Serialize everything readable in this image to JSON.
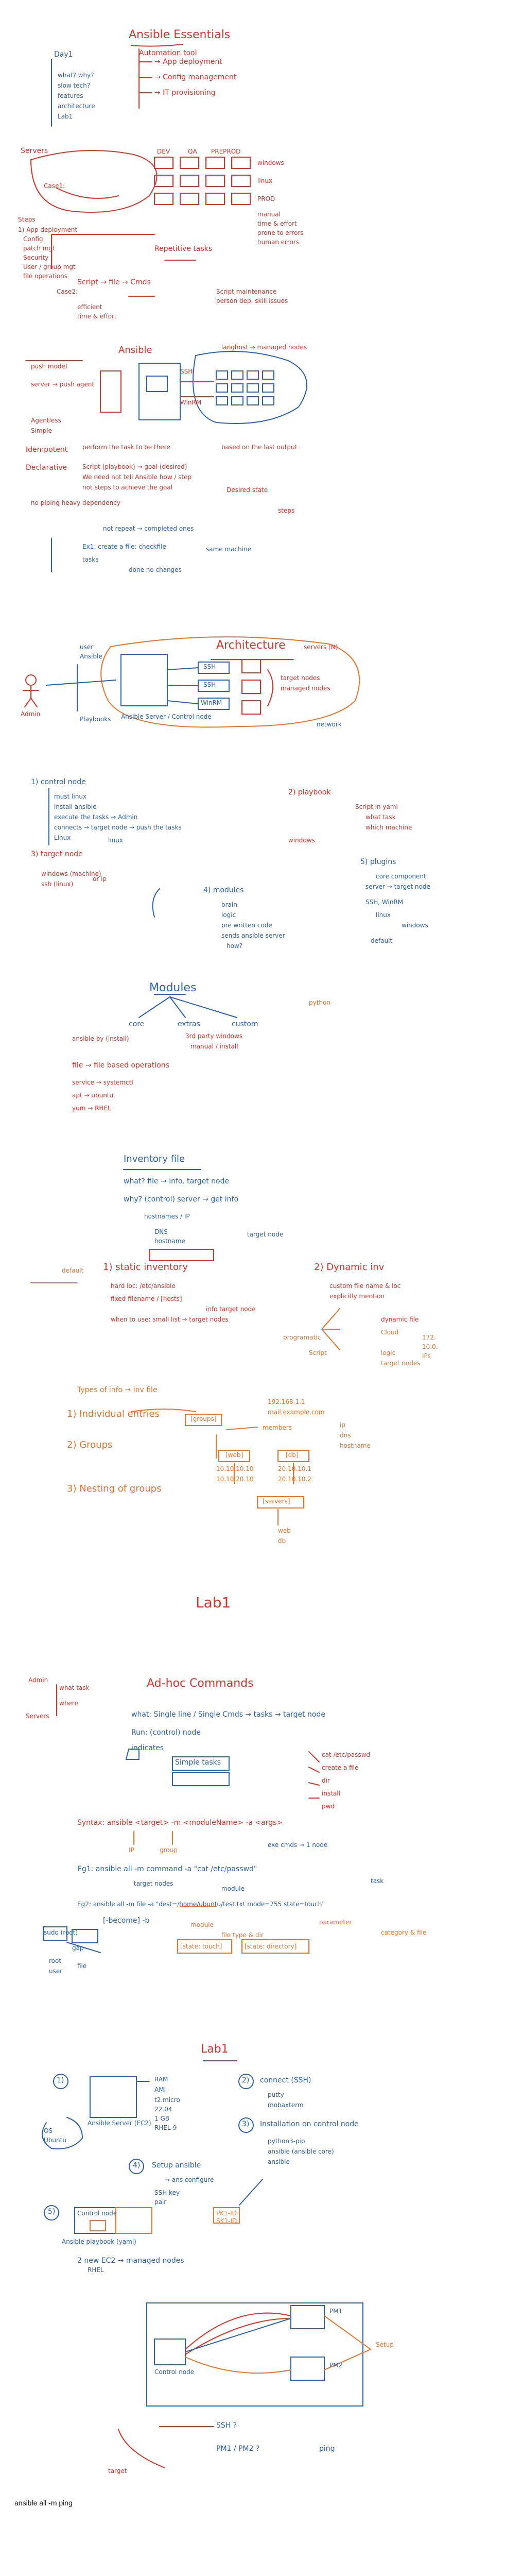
{
  "colors": {
    "red": "#d8342b",
    "blue": "#2a62b0",
    "orange": "#e8742a",
    "black": "#111111"
  },
  "section1": {
    "title": "Ansible Essentials",
    "subtitle": "Automation tool",
    "uses": [
      "→ App deployment",
      "→ Config management",
      "→ IT provisioning"
    ],
    "days_label": "Day1",
    "days_items": [
      "what? why?",
      "slow tech?",
      "features",
      "architecture",
      "Lab1"
    ],
    "servers_label": "Servers",
    "case1": "Case1:",
    "server_labels": [
      "DEV",
      "QA",
      "PROD",
      "PREPROD",
      "windows",
      "linux"
    ],
    "problems": [
      "manual",
      "time & effort",
      "prone to errors",
      "human errors"
    ],
    "steps_label": "Steps",
    "steps": [
      "1) App deployment",
      "Config",
      "patch mgt",
      "Security",
      "User / group mgt",
      "file operations"
    ],
    "repetitive_tasks": "Repetitive tasks",
    "case2": "Case2:",
    "script_line": "Script → file → Cmds",
    "script_notes": [
      "Script maintenance",
      "person dep. skill issues"
    ],
    "script_extra": [
      "efficient",
      "time & effort"
    ]
  },
  "section2": {
    "ansible_label": "Ansible",
    "push_model": "push model",
    "server_push": "server → push agent",
    "agent_labels": [
      "SSH",
      "WinRM"
    ],
    "lang_label": "langhost → managed nodes",
    "yaml_notes": [
      "Agentless",
      "Simple"
    ],
    "idempotent": "Idempotent",
    "idempotent_desc": [
      "perform the task to be there",
      "based on the last output"
    ],
    "declarative": "Declarative",
    "declarative_desc": [
      "Script (playbook) → goal (desired)",
      "We need not tell Ansible how / step",
      "not steps to achieve the goal"
    ],
    "dependency": "no piping heavy dependency",
    "desired_state": "Desired state",
    "not_repeat": "not repeat → completed ones",
    "example_label": "Ex1: create a file: checkfile",
    "tasks_label": "tasks",
    "same_machine": "same machine",
    "no_changes": "done no changes",
    "steps_tag": "steps"
  },
  "section3": {
    "title": "Architecture",
    "user_notes": [
      "user",
      "Ansible",
      "Playbooks"
    ],
    "admin_label": "Admin",
    "control_node": "Ansible Server / Control node",
    "ssh_nodes": [
      "SSH",
      "SSH",
      "WinRM"
    ],
    "managed_labels": [
      "target nodes",
      "managed nodes",
      "servers (N)"
    ],
    "network": "network",
    "control_node_heading": "1) control node",
    "control_items": [
      "must linux",
      "install ansible",
      "execute the tasks → Admin",
      "connects → target node → push the tasks",
      "Linux"
    ],
    "playbook_heading": "2) playbook",
    "playbook_items": [
      "Script in yaml",
      "what task",
      "which machine"
    ],
    "target_node_heading": "3) target node",
    "target_items": [
      "windows (machine)",
      "ssh (linux)",
      "or ip"
    ],
    "modules_heading": "4) modules",
    "modules_items": [
      "brain",
      "logic",
      "pre written code",
      "sends ansible server",
      "how?"
    ],
    "plugins_heading": "5) plugins",
    "plugins_items": [
      "core component",
      "server → target node",
      "SSH, WinRM",
      "linux",
      "windows"
    ],
    "default_label": "default",
    "linux_label": "linux",
    "windows_label": "windows"
  },
  "section4": {
    "title": "Modules",
    "python_note": "python",
    "core": "core",
    "extras": "extras",
    "custom": "custom",
    "core_desc": "ansible by (install)",
    "extras_desc": [
      "3rd party windows",
      "manual / install"
    ],
    "file_line": "file → file based operations",
    "items": [
      "service → systemctl",
      "apt → ubuntu",
      "yum → RHEL"
    ]
  },
  "section5": {
    "title": "Inventory file",
    "what": "what? file → info. target node",
    "why": "why? (control) server → get info",
    "list": [
      "hostnames / IP",
      "DNS",
      "hostname"
    ],
    "target_node": "target node",
    "static_heading": "1) static inventory",
    "dynamic_heading": "2) Dynamic inv",
    "static_items": [
      "hard loc: /etc/ansible",
      "fixed filename / [hosts]",
      "info target node",
      "when to use: small list → target nodes"
    ],
    "dynamic_items": [
      "custom file name & loc",
      "explicitly mention",
      "dynamic file"
    ],
    "default_tag": "default",
    "programmatic": "programatic",
    "script": "Script",
    "cloud": "Cloud",
    "logic": "logic",
    "target_nodes": "target nodes",
    "fetch_ips": [
      "172.",
      "10.0.",
      "IPs"
    ],
    "types_heading": "Types of info → inv file",
    "types": [
      "1) Individual entries",
      "2) Groups",
      "3) Nesting of groups"
    ],
    "entries": [
      "192.168.1.1",
      "mail.example.com"
    ],
    "group_tag": "[groups]",
    "members": "members",
    "members_list": [
      "ip",
      "dns",
      "hostname"
    ],
    "nest_web": "[web]",
    "nest_db": "[db]",
    "nest_ips": [
      "10.10.10.10",
      "10.10.20.10"
    ],
    "nest_ips2": [
      "20.10.10.1",
      "20.10.10.2"
    ],
    "nest_servers": "[servers]",
    "nest_children": [
      "web",
      "db"
    ]
  },
  "lab_heading": "Lab1",
  "section6": {
    "title": "Ad-hoc Commands",
    "admin": "Admin",
    "what_task": "what task",
    "where": "where",
    "servers": "Servers",
    "what_line": "what: Single line / Single Cmds → tasks → target node",
    "run_line": "Run: (control) node",
    "indicates": "indicates",
    "simple_tasks": "Simple tasks",
    "cmds": [
      "cat /etc/passwd",
      "create a file",
      "dir",
      "install",
      "pwd"
    ],
    "syntax": "Syntax: ansible <target> -m <moduleName> -a <args>",
    "syntax_notes": [
      "IP",
      "group",
      "exe cmds → 1 node"
    ],
    "eg1": "Eg1: ansible all -m command -a \"cat /etc/passwd\"",
    "eg1_notes": [
      "target nodes",
      "module",
      "task"
    ],
    "eg2": "Eg2: ansible all -m file -a \"dest=/home/ubuntu/test.txt mode=755 state=touch\"",
    "eg2_notes": [
      "parameter",
      "module",
      "file type & dir",
      "[state: touch]",
      "[state: directory]"
    ],
    "become": "[-become] -b",
    "sudo": "sudo (root)",
    "gap": "gap",
    "root": "root",
    "user": "user",
    "file_label": "file",
    "category": "category & file"
  },
  "section7": {
    "title": "Lab1",
    "step1": "1)",
    "ec2_label": "Ansible Server (EC2)",
    "ram": "RAM",
    "ami": "AMI",
    "os_items": [
      "OS",
      "Ubuntu"
    ],
    "ram_items": [
      "t2.micro",
      "22.04",
      "1 GB",
      "RHEL-9"
    ],
    "step2": "2)",
    "connect": "connect (SSH)",
    "connect_items": [
      "putty",
      "mobaxterm"
    ],
    "step3": "3)",
    "install_heading": "Installation on control node",
    "install_items": [
      "python3-pip",
      "ansible (ansible core)",
      "ansible"
    ],
    "step4": "4)",
    "setup": "Setup ansible",
    "conf": "→ ans configure",
    "ssh_key": "SSH key",
    "pair": "pair",
    "keys": [
      "PK1-ID",
      "SK1-ID"
    ],
    "step5": "5)",
    "control_node": "Control node",
    "ansible_playbook": "Ansible playbook (yaml)",
    "new_ec2": "2 new EC2 → managed nodes",
    "rhel": "RHEL",
    "pm1": "PM1",
    "pm2": "PM2",
    "control_node2": "Control node",
    "setup_tag": "Setup",
    "ssh_step": "SSH ?",
    "ping": "ping",
    "pm_hosts": "PM1 / PM2 ?",
    "target": "target"
  },
  "caption": "ansible all -m ping"
}
